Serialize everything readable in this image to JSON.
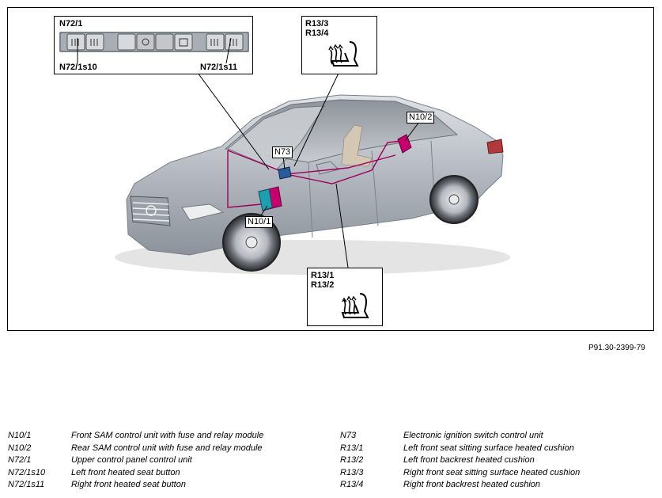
{
  "callouts": {
    "panel": {
      "title": "N72/1",
      "left_button": "N72/1s10",
      "right_button": "N72/1s11"
    },
    "backrest": {
      "line1": "R13/3",
      "line2": "R13/4"
    },
    "cushion": {
      "line1": "R13/1",
      "line2": "R13/2"
    }
  },
  "part_labels": {
    "n73": "N73",
    "n10_2": "N10/2",
    "n10_1": "N10/1"
  },
  "figure_ref": "P91.30-2399-79",
  "legend_left": [
    {
      "code": "N10/1",
      "desc": "Front SAM control unit with fuse and relay module"
    },
    {
      "code": "N10/2",
      "desc": "Rear SAM control unit with fuse and relay module"
    },
    {
      "code": "N72/1",
      "desc": "Upper control panel control unit"
    },
    {
      "code": "N72/1s10",
      "desc": "Left front heated seat button"
    },
    {
      "code": "N72/1s11",
      "desc": "Right front heated seat button"
    }
  ],
  "legend_right": [
    {
      "code": "N73",
      "desc": "Electronic ignition switch control unit"
    },
    {
      "code": "R13/1",
      "desc": "Left front seat sitting surface heated cushion"
    },
    {
      "code": "R13/2",
      "desc": "Left front backrest heated cushion"
    },
    {
      "code": "R13/3",
      "desc": "Right front seat sitting surface heated cushion"
    },
    {
      "code": "R13/4",
      "desc": "Right front backrest heated cushion"
    }
  ],
  "colors": {
    "wiring": "#a0005a",
    "module_magenta": "#c8006e",
    "module_teal": "#1aa0b0",
    "car_body": "#b9bec6"
  }
}
